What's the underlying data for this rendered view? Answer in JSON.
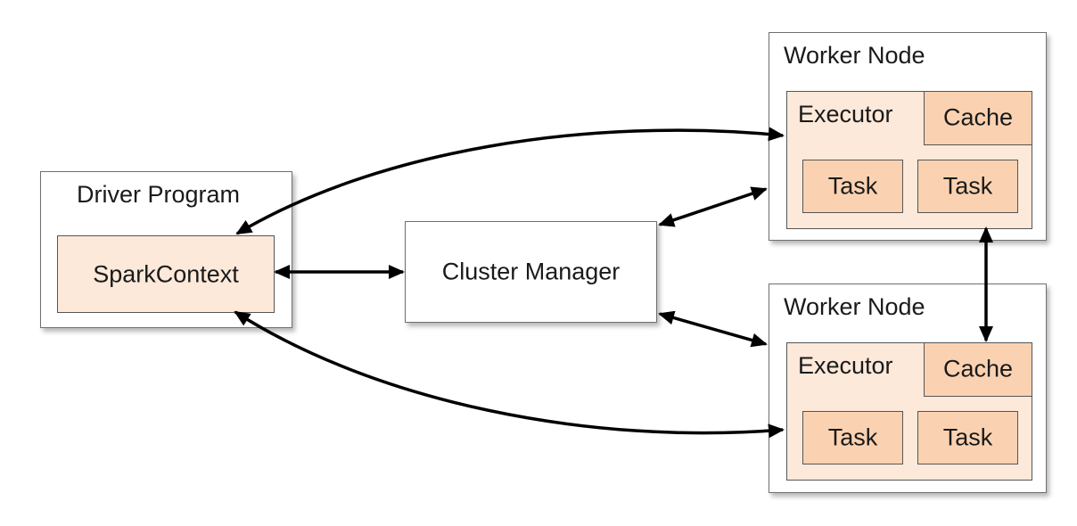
{
  "driver": {
    "title": "Driver Program",
    "context": "SparkContext"
  },
  "cluster_manager": {
    "label": "Cluster Manager"
  },
  "workers": [
    {
      "title": "Worker Node",
      "executor": "Executor",
      "cache": "Cache",
      "tasks": [
        "Task",
        "Task"
      ]
    },
    {
      "title": "Worker Node",
      "executor": "Executor",
      "cache": "Cache",
      "tasks": [
        "Task",
        "Task"
      ]
    }
  ],
  "colors": {
    "border": "#6f6f6f",
    "light_fill": "#fde9da",
    "dark_fill": "#fbd2b1",
    "arrow": "#000000"
  }
}
